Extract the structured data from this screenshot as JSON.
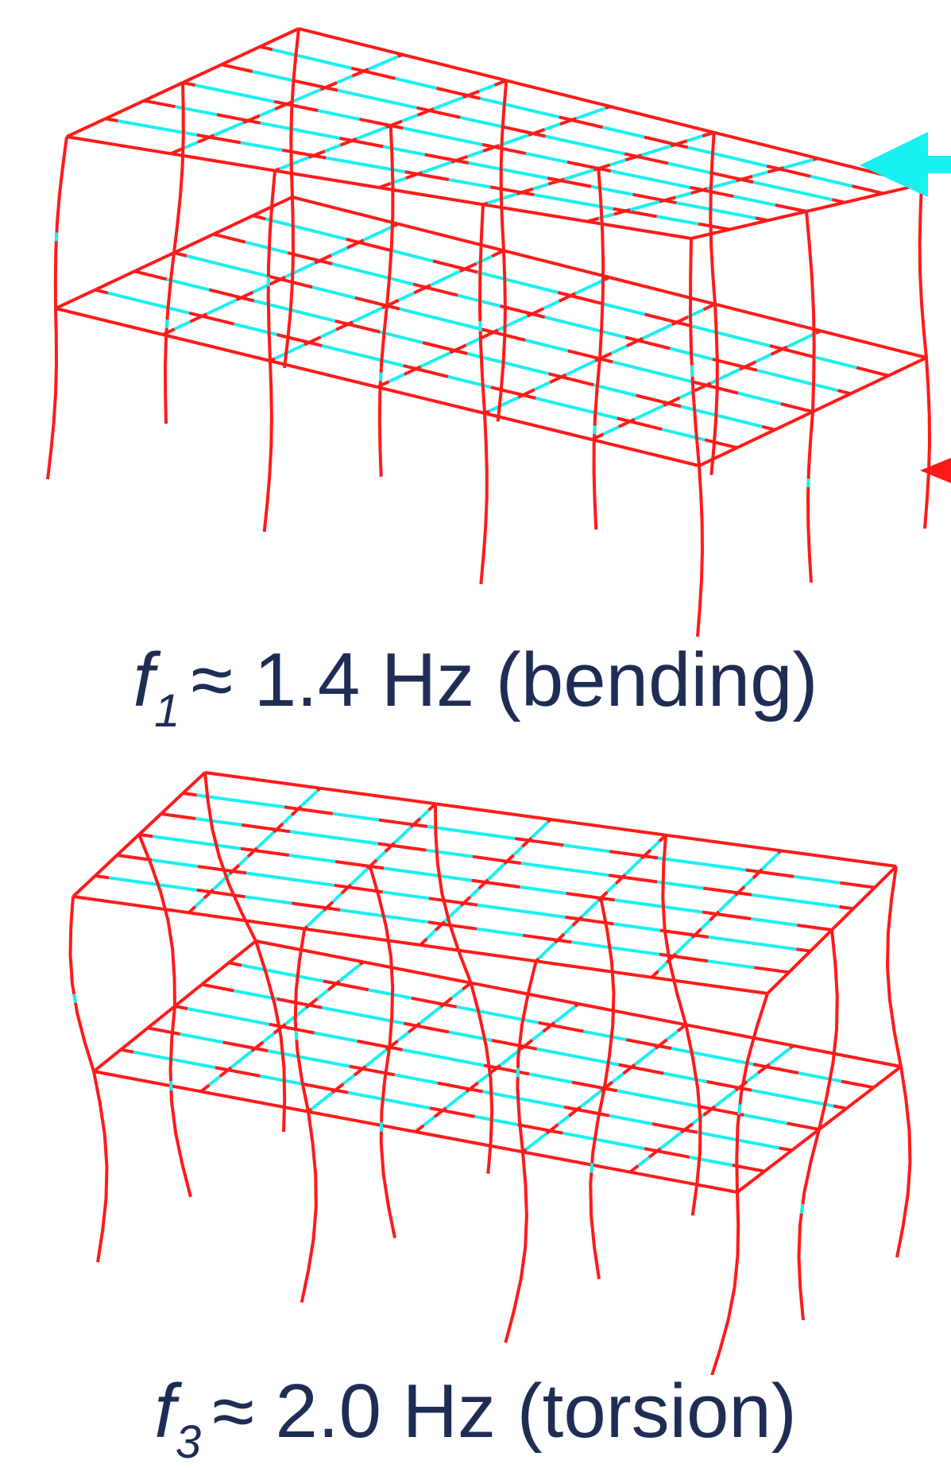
{
  "colors": {
    "member": "#ff1a1a",
    "member_alt": "#19f0f0",
    "caption": "#1f2d55"
  },
  "icons": {
    "top_arrow": "left-arrow-icon",
    "side_marker": "left-triangle-icon"
  },
  "modes": [
    {
      "symbol": "f",
      "subscript": "1",
      "rest": "≈ 1.4 Hz (bending)"
    },
    {
      "symbol": "f",
      "subscript": "3",
      "rest": "≈ 2.0 Hz (torsion)"
    }
  ]
}
